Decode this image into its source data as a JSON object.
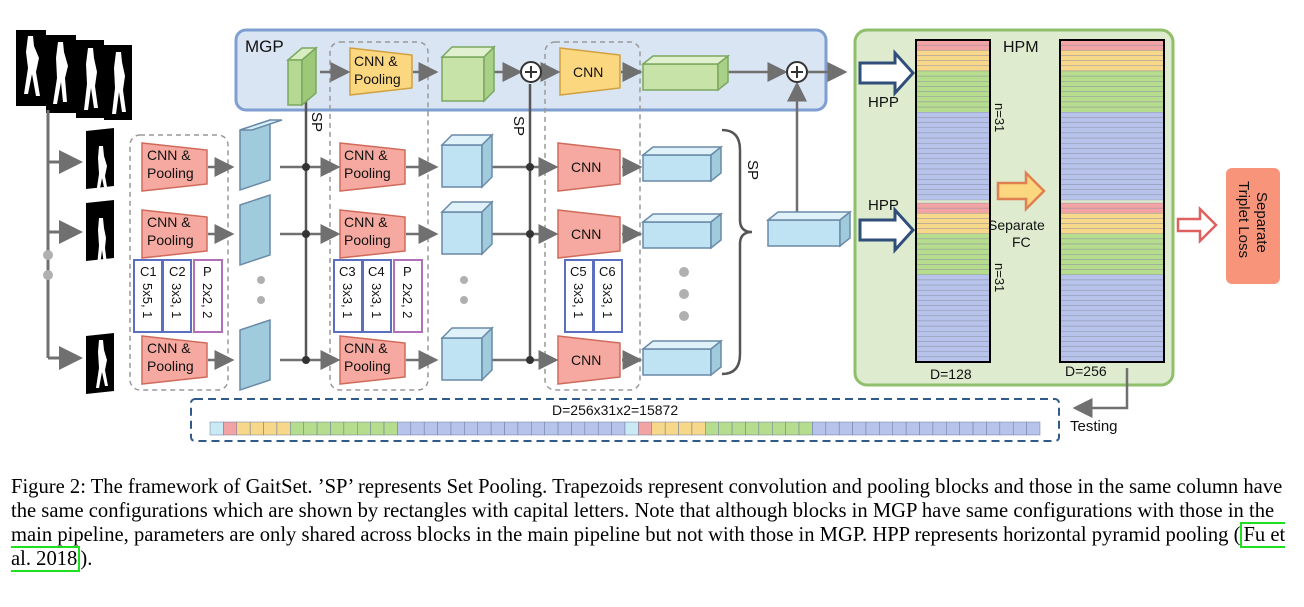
{
  "figure": {
    "mgp_label": "MGP",
    "hpm_label": "HPM",
    "cnn_pooling": "CNN &",
    "cnn_pooling_2": "Pooling",
    "cnn": "CNN",
    "sp": "SP",
    "hpp": "HPP",
    "separate_fc_1": "Separate",
    "separate_fc_2": "FC",
    "n31": "n=31",
    "d128": "D=128",
    "d256": "D=256",
    "d_total": "D=256x31x2=15872",
    "testing": "Testing",
    "loss_1": "Separate",
    "loss_2": "Triplet Loss",
    "config": [
      {
        "name": "C1",
        "value": "5x5, 1"
      },
      {
        "name": "C2",
        "value": "3x3, 1"
      },
      {
        "name": "P",
        "value": "2x2, 2"
      },
      {
        "name": "C3",
        "value": "3x3, 1"
      },
      {
        "name": "C4",
        "value": "3x3, 1"
      },
      {
        "name": "P",
        "value": "2x2, 2"
      },
      {
        "name": "C5",
        "value": "3x3, 1"
      },
      {
        "name": "C6",
        "value": "3x3, 1"
      }
    ],
    "colors": {
      "mgp_fill": "#dae5f4",
      "mgp_border": "#7f9fd0",
      "hpm_fill": "#deebcf",
      "hpm_border": "#8fbf6a",
      "pink_block": "#f5a9a0",
      "yellow_block": "#fbd77f",
      "blue_cube": "#bfe3f2",
      "green_cube": "#c7e3a8",
      "loss_box": "#f7947a",
      "arrow_blue": "#2f4e7a"
    }
  },
  "caption": {
    "text": "Figure 2: The framework of GaitSet. ’SP’ represents Set Pooling. Trapezoids represent convolution and pooling blocks and those in the same column have the same configurations which are shown by rectangles with capital letters. Note that although blocks in MGP have same configurations with those in the main pipeline, parameters are only shared across blocks in the main pipeline but not with those in MGP. HPP represents horizontal pyramid pooling (",
    "ref": "Fu et al. 2018",
    "tail": ")."
  }
}
